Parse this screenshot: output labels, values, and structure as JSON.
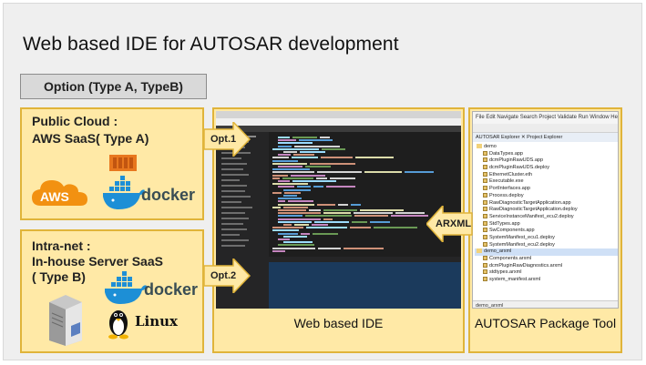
{
  "title": "Web based IDE for AUTOSAR development",
  "option_label": "Option (Type A, TypeB)",
  "box1": {
    "line1": "Public Cloud :",
    "line2": "AWS SaaS( Type A)",
    "aws_text": "AWS",
    "docker_text": "docker"
  },
  "box2": {
    "line1": "Intra-net :",
    "line2": "In-house Server  SaaS",
    "line3": "( Type B)",
    "docker_text": "docker",
    "linux_text": "Linux"
  },
  "arrows": {
    "opt1": "Opt.1",
    "opt2": "Opt.2",
    "arxml": "ARXML"
  },
  "ide_caption": "Web based IDE",
  "tool_caption": "AUTOSAR Package Tool",
  "tool": {
    "menu": "File  Edit  Navigate  Search  Project  Validate  Run  Window  Help",
    "tabs": "AUTOSAR Explorer  ✕  Project Explorer",
    "tree": [
      {
        "label": "demo",
        "level": 0,
        "folder": true
      },
      {
        "label": "DataTypes.app",
        "level": 1
      },
      {
        "label": "dcmPluginRawUDS.app",
        "level": 1
      },
      {
        "label": "dcmPluginRawUDS.deploy",
        "level": 1
      },
      {
        "label": "EthernetCluster.eth",
        "level": 1
      },
      {
        "label": "Executable.exe",
        "level": 1
      },
      {
        "label": "PortInterfaces.app",
        "level": 1
      },
      {
        "label": "Process.deploy",
        "level": 1
      },
      {
        "label": "RawDiagnosticTargetApplication.app",
        "level": 1
      },
      {
        "label": "RawDiagnosticTargetApplication.deploy",
        "level": 1
      },
      {
        "label": "ServiceInstanceManifest_ecu2.deploy",
        "level": 1
      },
      {
        "label": "StdTypes.app",
        "level": 1
      },
      {
        "label": "SwComponents.app",
        "level": 1
      },
      {
        "label": "SystemManifest_ecu1.deploy",
        "level": 1
      },
      {
        "label": "SystemManifest_ecu2.deploy",
        "level": 1
      },
      {
        "label": "demo_arxml",
        "level": 0,
        "folder": true,
        "selected": true
      },
      {
        "label": "Components.arxml",
        "level": 1
      },
      {
        "label": "dcmPluginRawDiagnostics.arxml",
        "level": 1
      },
      {
        "label": "stdtypes.arxml",
        "level": 1
      },
      {
        "label": "system_manifest.arxml",
        "level": 1
      }
    ],
    "bottom": "demo_arxml"
  },
  "colors": {
    "box_fill": "#ffe9a6",
    "box_border": "#e0b43a",
    "aws_orange": "#f29111",
    "docker_blue": "#1d8fd6",
    "ide_bg": "#1e1e1e"
  }
}
